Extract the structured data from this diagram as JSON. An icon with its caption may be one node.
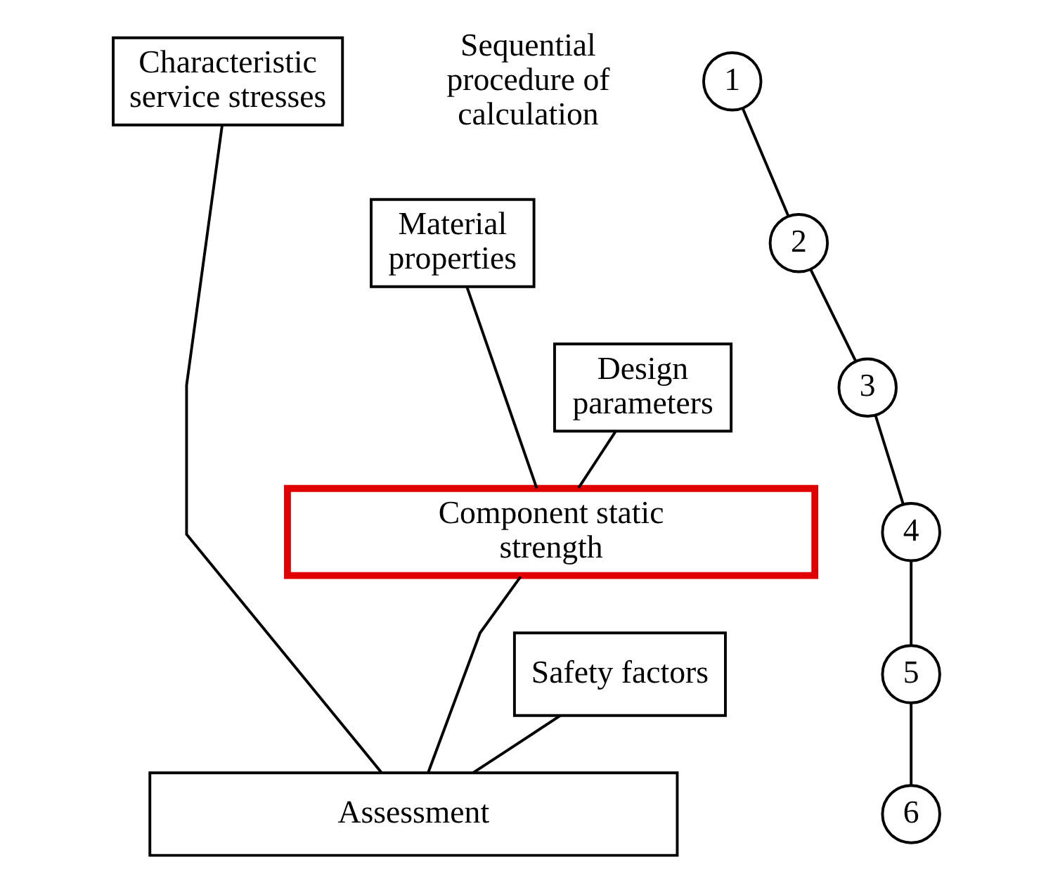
{
  "diagram": {
    "nodes": [
      {
        "text": [
          "Characteristic service stresses"
        ]
      },
      {
        "text": [
          "Material properties"
        ]
      },
      {
        "text": [
          "Design parameters"
        ]
      },
      {
        "text": [
          "Component static strength"
        ]
      },
      {
        "text": [
          "Safety factors"
        ]
      },
      {
        "text": [
          "Assessment"
        ]
      },
      {
        "text": [
          "1"
        ]
      },
      {
        "text": [
          "2"
        ]
      },
      {
        "text": [
          "3"
        ]
      },
      {
        "text": [
          "4"
        ]
      },
      {
        "text": [
          "5"
        ]
      },
      {
        "text": [
          "6"
        ]
      }
    ],
    "edges": [
      {
        "from": 0,
        "to": 5,
        "arrow": "none"
      },
      {
        "from": 1,
        "to": 3,
        "arrow": "none"
      },
      {
        "from": 2,
        "to": 3,
        "arrow": "none"
      },
      {
        "from": 3,
        "to": 5,
        "arrow": "none"
      },
      {
        "from": 4,
        "to": 5,
        "arrow": "none"
      },
      {
        "from": 6,
        "to": 7,
        "arrow": "none"
      },
      {
        "from": 7,
        "to": 8,
        "arrow": "none"
      },
      {
        "from": 8,
        "to": 9,
        "arrow": "none"
      },
      {
        "from": 9,
        "to": 10,
        "arrow": "none"
      },
      {
        "from": 10,
        "to": 11,
        "arrow": "none"
      }
    ],
    "labels": [
      "Sequential procedure of calculation"
    ]
  }
}
